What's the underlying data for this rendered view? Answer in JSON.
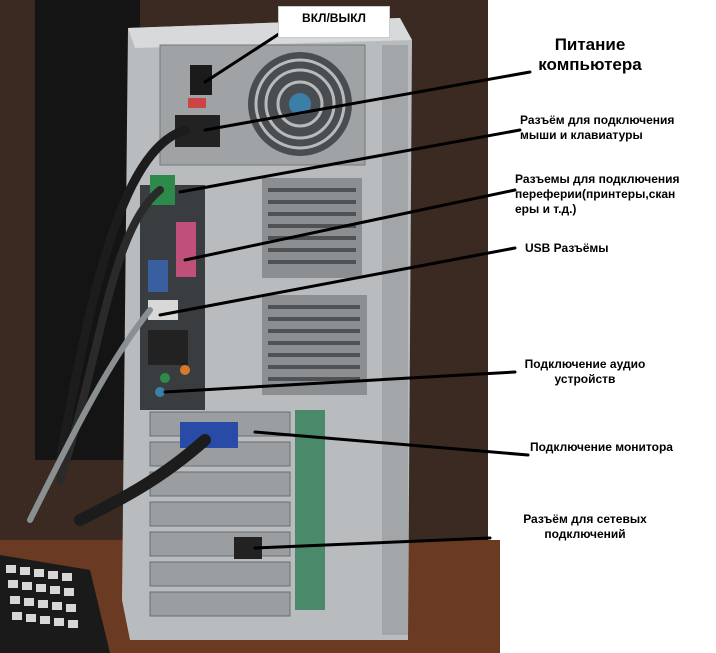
{
  "labels": {
    "power_switch": "ВКЛ/ВЫКЛ",
    "power_supply": "Питание\nкомпьютера",
    "mouse_keyboard": "Разъём для подключения\nмыши и клавиатуры",
    "peripherals": "Разъемы для подключения\nпереферии(принтеры,скан\nеры и т.д.)",
    "usb": "USB Разъёмы",
    "audio": "Подключение аудио\nустройств",
    "monitor": "Подключение монитора",
    "network": "Разъём для сетевых\nподключений"
  },
  "colors": {
    "background_right": "#ffffff",
    "case_metal": "#b9bcbe",
    "case_shadow": "#7d8083",
    "wall": "#3a2a22",
    "desk": "#6a3a22",
    "connector_green": "#2e8a4a",
    "connector_pink": "#c0507a",
    "vga_blue": "#2a4aa8",
    "pointer_line": "#000000"
  }
}
